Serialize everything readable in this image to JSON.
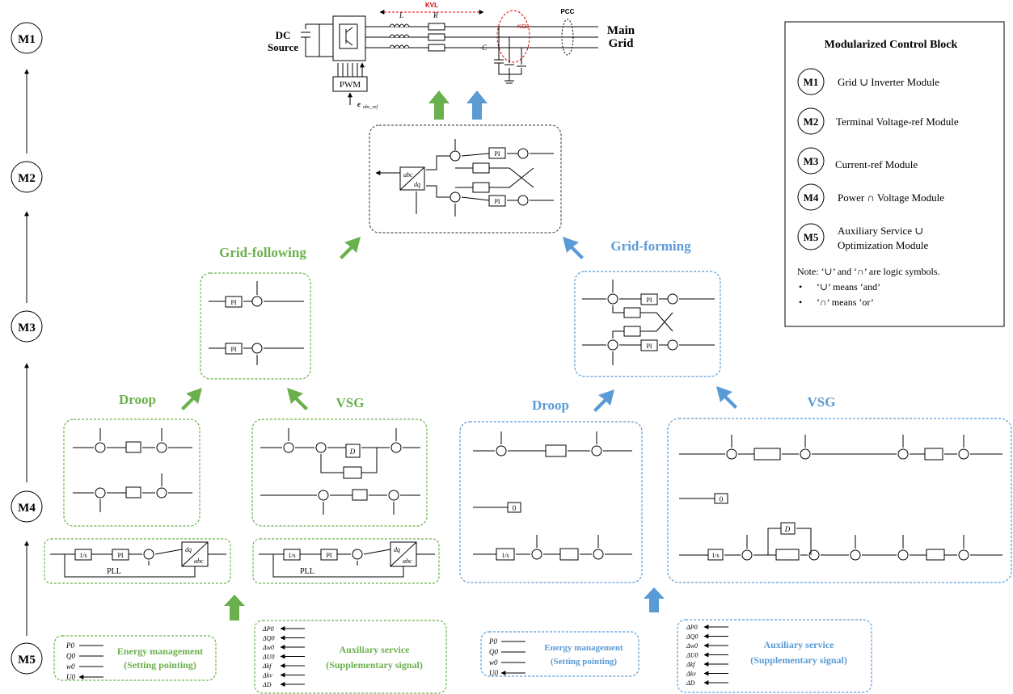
{
  "modules": {
    "m1": "M1",
    "m2": "M2",
    "m3": "M3",
    "m4": "M4",
    "m5": "M5"
  },
  "legend": {
    "title": "Modularized Control Block",
    "items": [
      {
        "id": "M1",
        "label": "Grid ∪ Inverter Module"
      },
      {
        "id": "M2",
        "label": "Terminal Voltage-ref Module"
      },
      {
        "id": "M3",
        "label": "Current-ref  Module"
      },
      {
        "id": "M4",
        "label": "Power ∩ Voltage  Module"
      },
      {
        "id": "M5",
        "label": "Auxiliary Service ∪",
        "label2": "Optimization Module"
      }
    ],
    "note": "Note: ‘∪’ and ‘∩’ are logic symbols.",
    "bullet1": "‘∪’ means ‘and’",
    "bullet2": "‘∩’ means ‘or’"
  },
  "circuit": {
    "dc_source_1": "DC",
    "dc_source_2": "Source",
    "main_grid_1": "Main",
    "main_grid_2": "Grid",
    "kvl": "KVL",
    "kcl": "KCL",
    "pcc": "PCC",
    "pwm": "PWM",
    "lf": "L",
    "rf": "R",
    "cf": "C",
    "eabc_ref": "e",
    "eabc_ref_sub": "abc_ref"
  },
  "headings": {
    "grid_following": "Grid-following",
    "grid_forming": "Grid-forming",
    "droop_left": "Droop",
    "vsg_left": "VSG",
    "droop_right": "Droop",
    "vsg_right": "VSG"
  },
  "blocks": {
    "pi": "PI",
    "abc": "abc",
    "dq": "dq",
    "pll": "PLL",
    "one_over_s": "1/s",
    "zero": "0",
    "d": "D"
  },
  "m5_boxes": {
    "energy_mgmt_1": "Energy management",
    "energy_mgmt_2": "(Setting pointing)",
    "aux_service_1": "Auxiliary service",
    "aux_service_2": "(Supplementary signal)",
    "setpoints": [
      "P0",
      "Q0",
      "w0",
      "U0"
    ],
    "aux_signals": [
      "ΔP0",
      "ΔQ0",
      "Δw0",
      "ΔU0",
      "Δkf",
      "Δkv",
      "ΔD"
    ]
  },
  "colors": {
    "green": "#6ab04c",
    "blue": "#5b9bd5"
  }
}
